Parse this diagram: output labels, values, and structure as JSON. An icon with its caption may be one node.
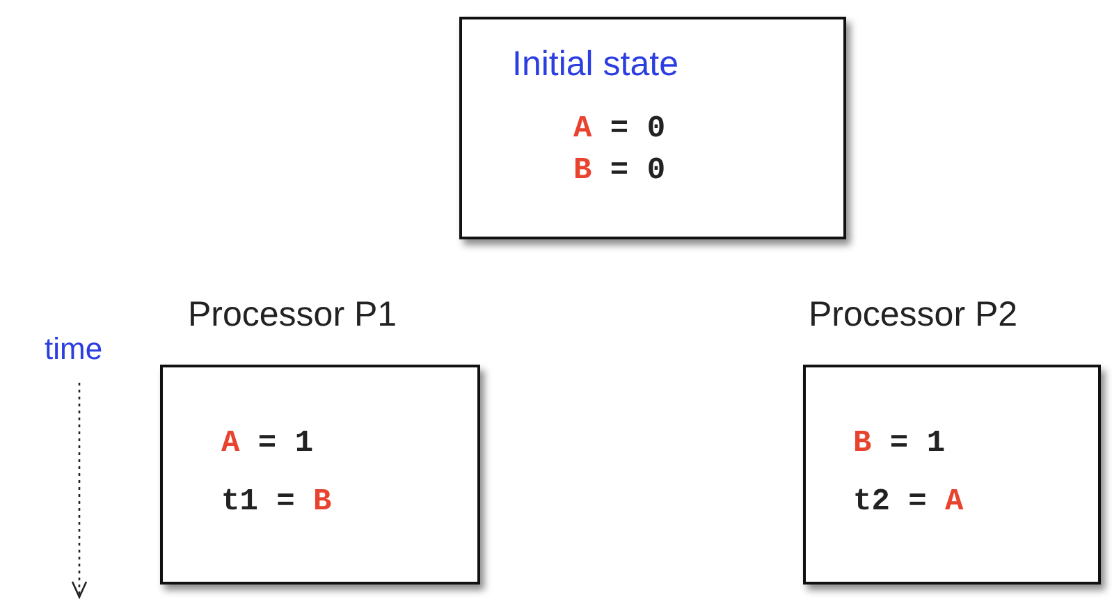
{
  "diagram": {
    "nodes": [
      {
        "text": [
          "Initial state",
          "A = 0",
          "B = 0"
        ]
      },
      {
        "text": [
          "Processor P1",
          "A = 1",
          "t1 = B"
        ]
      },
      {
        "text": [
          "Processor P2",
          "B = 1",
          "t2 = A"
        ]
      }
    ],
    "labels": [
      "time"
    ]
  }
}
